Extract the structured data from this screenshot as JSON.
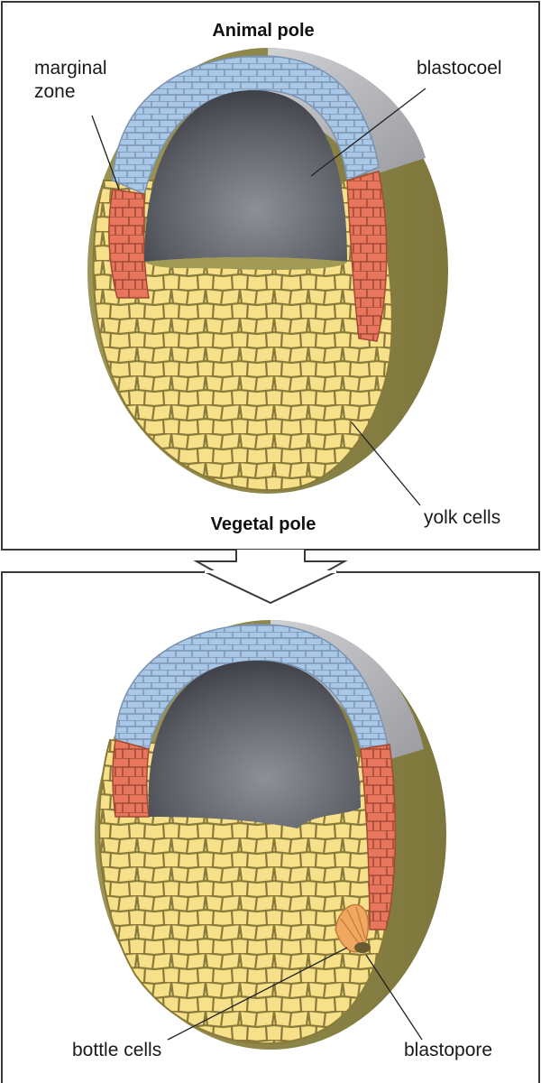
{
  "panel_top": {
    "animal_pole": "Animal pole",
    "vegetal_pole": "Vegetal pole",
    "marginal_zone_line1": "marginal",
    "marginal_zone_line2": "zone",
    "blastocoel": "blastocoel",
    "yolk_cells": "yolk cells"
  },
  "panel_bottom": {
    "bottle_cells": "bottle cells",
    "blastopore": "blastopore"
  },
  "colors": {
    "animal_cells": "#a9c8e8",
    "marginal_cells": "#e8765c",
    "yolk_cells": "#f7e08a",
    "cell_outline": "#8a7a3a",
    "blastocoel_dark": "#3c3d44",
    "blastocoel_light": "#8e9098",
    "exterior_yolk": "#8c8545",
    "exterior_animal": "#b8b9bd",
    "bottle_cells": "#f0a860",
    "blastopore": "#6a5a30"
  }
}
